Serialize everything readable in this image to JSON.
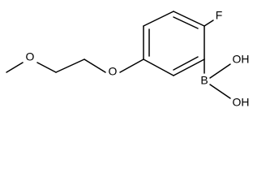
{
  "molecule": {
    "atom_labels": {
      "fluorine": "F",
      "boron": "B",
      "hydroxyl_top": "OH",
      "hydroxyl_bottom": "OH",
      "ether_oxygen_1": "O",
      "ether_oxygen_2": "O"
    }
  }
}
